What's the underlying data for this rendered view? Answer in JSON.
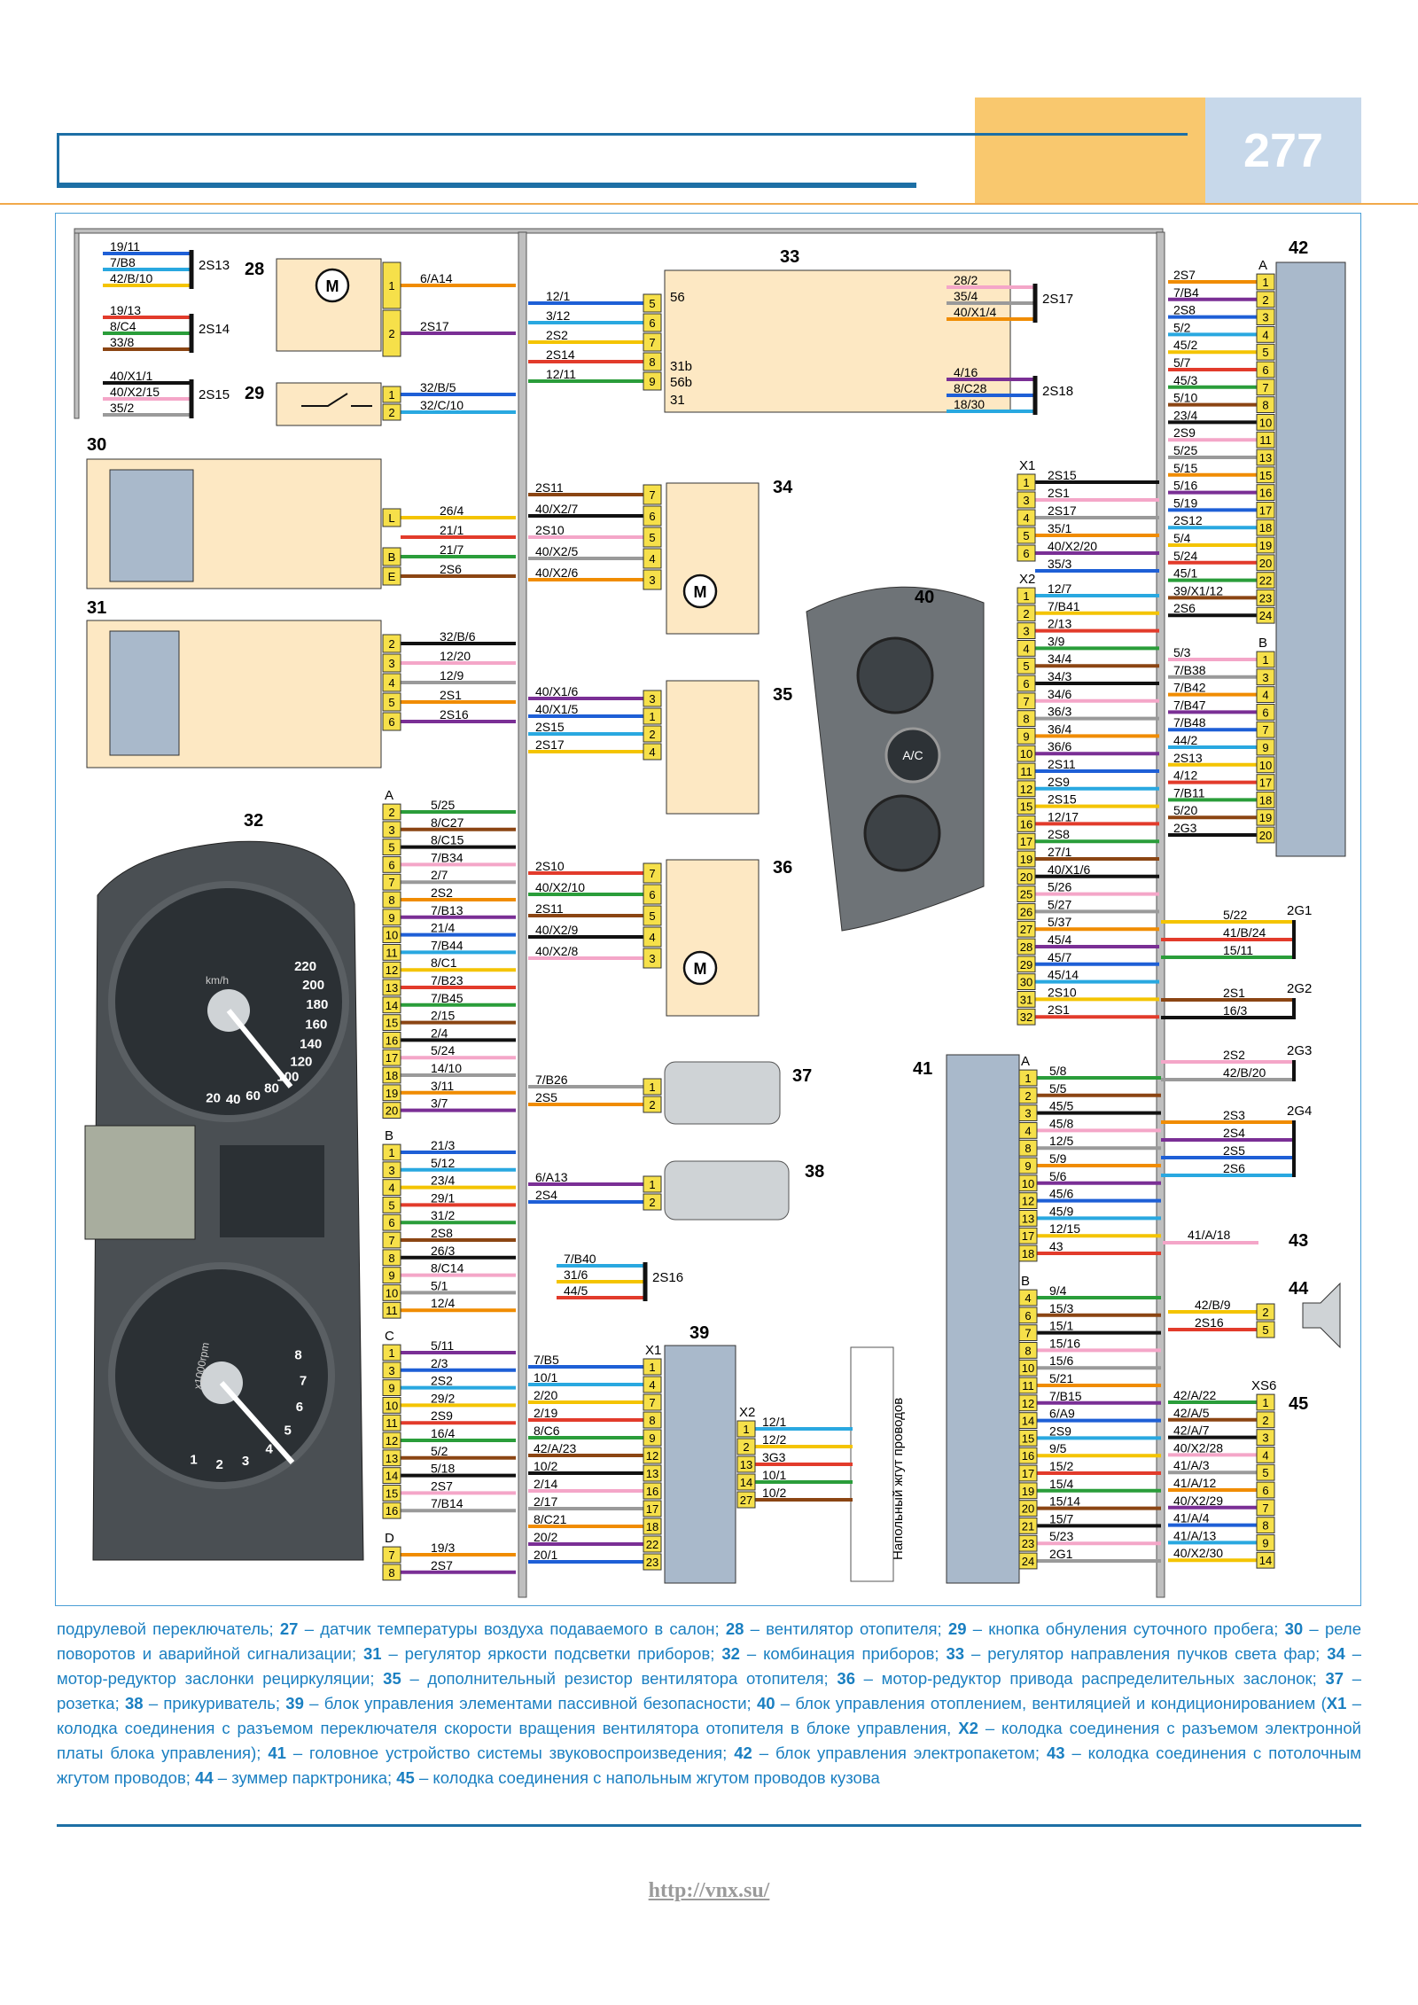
{
  "header": {
    "page_number": "277"
  },
  "footer": {
    "url": "http://vnx.su/"
  },
  "caption": {
    "items": [
      {
        "num": "",
        "text": "подрулевой переключатель; "
      },
      {
        "num": "27",
        "text": " – датчик температуры воздуха подаваемого в салон; "
      },
      {
        "num": "28",
        "text": " – вентилятор отопителя; "
      },
      {
        "num": "29",
        "text": " – кнопка обнуления суточного пробега; "
      },
      {
        "num": "30",
        "text": " – реле поворотов и аварийной сигнализации; "
      },
      {
        "num": "31",
        "text": " – регулятор яркости подсветки приборов; "
      },
      {
        "num": "32",
        "text": " – комбинация приборов; "
      },
      {
        "num": "33",
        "text": " – регулятор направления пучков света фар; "
      },
      {
        "num": "34",
        "text": " – мотор-редуктор заслонки рециркуляции; "
      },
      {
        "num": "35",
        "text": " – дополнительный резистор вентилятора отопителя; "
      },
      {
        "num": "36",
        "text": " – мотор-редуктор привода распределительных заслонок; "
      },
      {
        "num": "37",
        "text": " – розетка; "
      },
      {
        "num": "38",
        "text": " – прикуриватель; "
      },
      {
        "num": "39",
        "text": " – блок управления элементами пассивной безопасности; "
      },
      {
        "num": "40",
        "text": " – блок управления отоплением, вентиляцией и кондиционированием ("
      },
      {
        "num": "X1",
        "text": " – колодка соединения с разъемом переключателя скорости вращения вентилятора отопителя в блоке управления, "
      },
      {
        "num": "X2",
        "text": " – колодка соединения с разъемом электронной платы блока управления); "
      },
      {
        "num": "41",
        "text": " – головное устройство системы звуковоспроизведения; "
      },
      {
        "num": "42",
        "text": " – блок управления электропакетом; "
      },
      {
        "num": "43",
        "text": " – колодка соединения с потолочным жгутом проводов; "
      },
      {
        "num": "44",
        "text": " – зуммер парктроника; "
      },
      {
        "num": "45",
        "text": " – колодка соединения с напольным жгутом проводов кузова"
      }
    ]
  },
  "diagram": {
    "component_labels": {
      "c28": "28",
      "c29": "29",
      "c30": "30",
      "c31": "31",
      "c32": "32",
      "c33": "33",
      "c34": "34",
      "c35": "35",
      "c36": "36",
      "c37": "37",
      "c38": "38",
      "c39": "39",
      "c40": "40",
      "c41": "41",
      "c42": "42",
      "c43": "43",
      "c44": "44",
      "c45": "45"
    },
    "splices": {
      "s13": {
        "label": "2S13",
        "wires": [
          "19/11",
          "7/B8",
          "42/B/10"
        ]
      },
      "s14": {
        "label": "2S14",
        "wires": [
          "19/13",
          "8/C4",
          "33/8"
        ]
      },
      "s15": {
        "label": "2S15",
        "wires": [
          "40/X1/1",
          "40/X2/15",
          "35/2"
        ]
      }
    },
    "c28_wires": [
      {
        "pin": "1",
        "label": "6/A14"
      },
      {
        "pin": "2",
        "label": "2S17"
      }
    ],
    "c29_wires": [
      {
        "pin": "1",
        "label": "32/B/5"
      },
      {
        "pin": "2",
        "label": "32/C/10"
      }
    ],
    "c30_wires": [
      {
        "pin": "L",
        "label": "26/4"
      },
      {
        "pin": "",
        "label": "21/1"
      },
      {
        "pin": "B",
        "label": "21/7"
      },
      {
        "pin": "E",
        "label": "2S6"
      }
    ],
    "c31_wires": [
      {
        "pin": "2",
        "label": "32/B/6"
      },
      {
        "pin": "3",
        "label": "12/20"
      },
      {
        "pin": "4",
        "label": "12/9"
      },
      {
        "pin": "5",
        "label": "2S1"
      },
      {
        "pin": "6",
        "label": "2S16"
      }
    ],
    "c33_wires": [
      {
        "pin": "5",
        "label": "12/1"
      },
      {
        "pin": "6",
        "label": "3/12"
      },
      {
        "pin": "7",
        "label": "2S2"
      },
      {
        "pin": "8",
        "label": "2S14"
      },
      {
        "pin": "9",
        "label": "12/11"
      }
    ],
    "c33_internal": [
      "56",
      "31b",
      "56b",
      "31"
    ],
    "c34_wires": [
      {
        "pin": "7",
        "label": "2S11"
      },
      {
        "pin": "6",
        "label": "40/X2/7"
      },
      {
        "pin": "5",
        "label": "2S10"
      },
      {
        "pin": "4",
        "label": "40/X2/5"
      },
      {
        "pin": "3",
        "label": "40/X2/6"
      }
    ],
    "c35_wires": [
      {
        "pin": "3",
        "label": "40/X1/6"
      },
      {
        "pin": "1",
        "label": "40/X1/5"
      },
      {
        "pin": "2",
        "label": "2S15"
      },
      {
        "pin": "4",
        "label": "2S17"
      }
    ],
    "c36_wires": [
      {
        "pin": "7",
        "label": "2S10"
      },
      {
        "pin": "6",
        "label": "40/X2/10"
      },
      {
        "pin": "5",
        "label": "2S11"
      },
      {
        "pin": "4",
        "label": "40/X2/9"
      },
      {
        "pin": "3",
        "label": "40/X2/8"
      }
    ],
    "c37_wires": [
      {
        "pin": "1",
        "label": "7/B26"
      },
      {
        "pin": "2",
        "label": "2S5"
      }
    ],
    "c38_wires": [
      {
        "pin": "1",
        "label": "6/A13"
      },
      {
        "pin": "2",
        "label": "2S4"
      }
    ],
    "s16": {
      "label": "2S16",
      "wires": [
        "7/B40",
        "31/6",
        "44/5"
      ]
    },
    "c32_block_a": {
      "title": "A",
      "rows": [
        {
          "pin": "2",
          "label": "5/25"
        },
        {
          "pin": "3",
          "label": "8/C27"
        },
        {
          "pin": "5",
          "label": "8/C15"
        },
        {
          "pin": "6",
          "label": "7/B34"
        },
        {
          "pin": "7",
          "label": "2/7"
        },
        {
          "pin": "8",
          "label": "2S2"
        },
        {
          "pin": "9",
          "label": "7/B13"
        },
        {
          "pin": "10",
          "label": "21/4"
        },
        {
          "pin": "11",
          "label": "7/B44"
        },
        {
          "pin": "12",
          "label": "8/C1"
        },
        {
          "pin": "13",
          "label": "7/B23"
        },
        {
          "pin": "14",
          "label": "7/B45"
        },
        {
          "pin": "15",
          "label": "2/15"
        },
        {
          "pin": "16",
          "label": "2/4"
        },
        {
          "pin": "17",
          "label": "5/24"
        },
        {
          "pin": "18",
          "label": "14/10"
        },
        {
          "pin": "19",
          "label": "3/11"
        },
        {
          "pin": "20",
          "label": "3/7"
        }
      ]
    },
    "c32_block_b": {
      "title": "B",
      "rows": [
        {
          "pin": "1",
          "label": "21/3"
        },
        {
          "pin": "3",
          "label": "5/12"
        },
        {
          "pin": "4",
          "label": "23/4"
        },
        {
          "pin": "5",
          "label": "29/1"
        },
        {
          "pin": "6",
          "label": "31/2"
        },
        {
          "pin": "7",
          "label": "2S8"
        },
        {
          "pin": "8",
          "label": "26/3"
        },
        {
          "pin": "9",
          "label": "8/C14"
        },
        {
          "pin": "10",
          "label": "5/1"
        },
        {
          "pin": "11",
          "label": "12/4"
        }
      ]
    },
    "c32_block_c": {
      "title": "C",
      "rows": [
        {
          "pin": "1",
          "label": "5/11"
        },
        {
          "pin": "3",
          "label": "2/3"
        },
        {
          "pin": "9",
          "label": "2S2"
        },
        {
          "pin": "10",
          "label": "29/2"
        },
        {
          "pin": "11",
          "label": "2S9"
        },
        {
          "pin": "12",
          "label": "16/4"
        },
        {
          "pin": "13",
          "label": "5/2"
        },
        {
          "pin": "14",
          "label": "5/18"
        },
        {
          "pin": "15",
          "label": "2S7"
        },
        {
          "pin": "16",
          "label": "7/B14"
        }
      ]
    },
    "c32_block_d": {
      "title": "D",
      "rows": [
        {
          "pin": "7",
          "label": "19/3"
        },
        {
          "pin": "8",
          "label": "2S7"
        }
      ]
    },
    "c39_x1": {
      "title": "X1",
      "rows": [
        {
          "pin": "1",
          "label": "7/B5"
        },
        {
          "pin": "4",
          "label": "10/1"
        },
        {
          "pin": "7",
          "label": "2/20"
        },
        {
          "pin": "8",
          "label": "2/19"
        },
        {
          "pin": "9",
          "label": "8/C6"
        },
        {
          "pin": "12",
          "label": "42/A/23"
        },
        {
          "pin": "13",
          "label": "10/2"
        },
        {
          "pin": "16",
          "label": "2/14"
        },
        {
          "pin": "17",
          "label": "2/17"
        },
        {
          "pin": "18",
          "label": "8/C21"
        },
        {
          "pin": "22",
          "label": "20/2"
        },
        {
          "pin": "23",
          "label": "20/1"
        }
      ]
    },
    "c39_x2": {
      "title": "X2",
      "rows": [
        {
          "pin": "1",
          "label": "12/1"
        },
        {
          "pin": "2",
          "label": "12/2"
        },
        {
          "pin": "13",
          "label": "3G3"
        },
        {
          "pin": "14",
          "label": "10/1"
        },
        {
          "pin": "27",
          "label": "10/2"
        }
      ]
    },
    "floor_harness_label": "Напольный жгут проводов",
    "c40_x1": {
      "title": "X1",
      "rows": [
        {
          "pin": "1",
          "label": "2S15"
        },
        {
          "pin": "3",
          "label": "2S1"
        },
        {
          "pin": "4",
          "label": "2S17"
        },
        {
          "pin": "5",
          "label": "35/1"
        },
        {
          "pin": "6",
          "label": "40/X2/20"
        },
        {
          "pin": "",
          "label": "35/3"
        }
      ]
    },
    "c40_x2": {
      "title": "X2",
      "rows": [
        {
          "pin": "1",
          "label": "12/7"
        },
        {
          "pin": "2",
          "label": "7/B41"
        },
        {
          "pin": "3",
          "label": "2/13"
        },
        {
          "pin": "4",
          "label": "3/9"
        },
        {
          "pin": "5",
          "label": "34/4"
        },
        {
          "pin": "6",
          "label": "34/3"
        },
        {
          "pin": "7",
          "label": "34/6"
        },
        {
          "pin": "8",
          "label": "36/3"
        },
        {
          "pin": "9",
          "label": "36/4"
        },
        {
          "pin": "10",
          "label": "36/6"
        },
        {
          "pin": "11",
          "label": "2S11"
        },
        {
          "pin": "12",
          "label": "2S9"
        },
        {
          "pin": "15",
          "label": "2S15"
        },
        {
          "pin": "16",
          "label": "12/17"
        },
        {
          "pin": "17",
          "label": "2S8"
        },
        {
          "pin": "19",
          "label": "27/1"
        },
        {
          "pin": "20",
          "label": "40/X1/6"
        },
        {
          "pin": "25",
          "label": "5/26"
        },
        {
          "pin": "26",
          "label": "5/27"
        },
        {
          "pin": "27",
          "label": "5/37"
        },
        {
          "pin": "28",
          "label": "45/4"
        },
        {
          "pin": "29",
          "label": "45/7"
        },
        {
          "pin": "30",
          "label": "45/14"
        },
        {
          "pin": "31",
          "label": "2S10"
        },
        {
          "pin": "32",
          "label": "2S1"
        }
      ]
    },
    "c41_a": {
      "title": "A",
      "rows": [
        {
          "pin": "1",
          "label": "5/8"
        },
        {
          "pin": "2",
          "label": "5/5"
        },
        {
          "pin": "3",
          "label": "45/5"
        },
        {
          "pin": "4",
          "label": "45/8"
        },
        {
          "pin": "8",
          "label": "12/5"
        },
        {
          "pin": "9",
          "label": "5/9"
        },
        {
          "pin": "10",
          "label": "5/6"
        },
        {
          "pin": "12",
          "label": "45/6"
        },
        {
          "pin": "13",
          "label": "45/9"
        },
        {
          "pin": "17",
          "label": "12/15"
        },
        {
          "pin": "18",
          "label": "43"
        }
      ]
    },
    "c41_b": {
      "title": "B",
      "rows": [
        {
          "pin": "4",
          "label": "9/4"
        },
        {
          "pin": "6",
          "label": "15/3"
        },
        {
          "pin": "7",
          "label": "15/1"
        },
        {
          "pin": "8",
          "label": "15/16"
        },
        {
          "pin": "10",
          "label": "15/6"
        },
        {
          "pin": "11",
          "label": "5/21"
        },
        {
          "pin": "12",
          "label": "7/B15"
        },
        {
          "pin": "14",
          "label": "6/A9"
        },
        {
          "pin": "15",
          "label": "2S9"
        },
        {
          "pin": "16",
          "label": "9/5"
        },
        {
          "pin": "17",
          "label": "15/2"
        },
        {
          "pin": "19",
          "label": "15/4"
        },
        {
          "pin": "20",
          "label": "15/14"
        },
        {
          "pin": "21",
          "label": "15/7"
        },
        {
          "pin": "23",
          "label": "5/23"
        },
        {
          "pin": "24",
          "label": "2G1"
        }
      ]
    },
    "c42_a": {
      "title": "A",
      "rows": [
        {
          "pin": "1",
          "label": "2S7"
        },
        {
          "pin": "2",
          "label": "7/B4"
        },
        {
          "pin": "3",
          "label": "2S8"
        },
        {
          "pin": "4",
          "label": "5/2"
        },
        {
          "pin": "5",
          "label": "45/2"
        },
        {
          "pin": "6",
          "label": "5/7"
        },
        {
          "pin": "7",
          "label": "45/3"
        },
        {
          "pin": "8",
          "label": "5/10"
        },
        {
          "pin": "10",
          "label": "23/4"
        },
        {
          "pin": "11",
          "label": "2S9"
        },
        {
          "pin": "13",
          "label": "5/25"
        },
        {
          "pin": "15",
          "label": "5/15"
        },
        {
          "pin": "16",
          "label": "5/16"
        },
        {
          "pin": "17",
          "label": "5/19"
        },
        {
          "pin": "18",
          "label": "2S12"
        },
        {
          "pin": "19",
          "label": "5/4"
        },
        {
          "pin": "20",
          "label": "5/24"
        },
        {
          "pin": "22",
          "label": "45/1"
        },
        {
          "pin": "23",
          "label": "39/X1/12"
        },
        {
          "pin": "24",
          "label": "2S6"
        }
      ]
    },
    "c42_b": {
      "title": "B",
      "rows": [
        {
          "pin": "1",
          "label": "5/3"
        },
        {
          "pin": "3",
          "label": "7/B38"
        },
        {
          "pin": "4",
          "label": "7/B42"
        },
        {
          "pin": "6",
          "label": "7/B47"
        },
        {
          "pin": "7",
          "label": "7/B48"
        },
        {
          "pin": "9",
          "label": "44/2"
        },
        {
          "pin": "10",
          "label": "2S13"
        },
        {
          "pin": "17",
          "label": "4/12"
        },
        {
          "pin": "18",
          "label": "7/B11"
        },
        {
          "pin": "19",
          "label": "5/20"
        },
        {
          "pin": "20",
          "label": "2G3"
        }
      ]
    },
    "c42_splices": {
      "s17": {
        "label": "2S17",
        "wires": [
          "28/2",
          "35/4",
          "40/X1/4"
        ]
      },
      "s18": {
        "label": "2S18",
        "wires": [
          "4/16",
          "8/C28",
          "18/30"
        ]
      }
    },
    "grounds": {
      "g1": {
        "label": "2G1",
        "wires": [
          "5/22",
          "41/B/24",
          "15/11"
        ]
      },
      "g2": {
        "label": "2G2",
        "wires": [
          "2S1",
          "16/3"
        ]
      },
      "g3": {
        "label": "2G3",
        "wires": [
          "2S2",
          "42/B/20"
        ]
      },
      "g4": {
        "label": "2G4",
        "wires": [
          "2S3",
          "2S4",
          "2S5",
          "2S6"
        ]
      }
    },
    "c43_wire": "41/A/18",
    "c44_wires": [
      {
        "pin": "2",
        "label": "42/B/9"
      },
      {
        "pin": "5",
        "label": "2S16"
      }
    ],
    "c45": {
      "title": "XS6",
      "rows": [
        {
          "pin": "1",
          "label": "42/A/22"
        },
        {
          "pin": "2",
          "label": "42/A/5"
        },
        {
          "pin": "3",
          "label": "42/A/7"
        },
        {
          "pin": "4",
          "label": "40/X2/28"
        },
        {
          "pin": "5",
          "label": "41/A/3"
        },
        {
          "pin": "6",
          "label": "41/A/12"
        },
        {
          "pin": "7",
          "label": "40/X2/29"
        },
        {
          "pin": "8",
          "label": "41/A/4"
        },
        {
          "pin": "9",
          "label": "41/A/13"
        },
        {
          "pin": "14",
          "label": "40/X2/30"
        }
      ]
    },
    "instrument_cluster": {
      "speedo_ticks": [
        "20",
        "40",
        "60",
        "80",
        "100",
        "120",
        "140",
        "160",
        "180",
        "200",
        "220"
      ],
      "speedo_unit": "km/h",
      "tacho_ticks": [
        "1",
        "2",
        "3",
        "4",
        "5",
        "6",
        "7",
        "8"
      ],
      "tacho_unit": "x1000rpm"
    },
    "climate_panel": {
      "ac_label": "A/C"
    }
  },
  "colors": {
    "accent_blue": "#1a7fc1",
    "header_orange": "#f9c86e",
    "header_blue": "#c7d8ea",
    "component_fill": "#fde8c3",
    "connector_yellow": "#f6e04a",
    "module_fill": "#a9b9cb",
    "wire_palette": [
      "#1e5fd6",
      "#29a8e0",
      "#f4c400",
      "#e23b2b",
      "#2a9d3a",
      "#8b4513",
      "#111111",
      "#f4a6c8",
      "#9a9a9a",
      "#f08c00",
      "#7a2f95"
    ]
  }
}
